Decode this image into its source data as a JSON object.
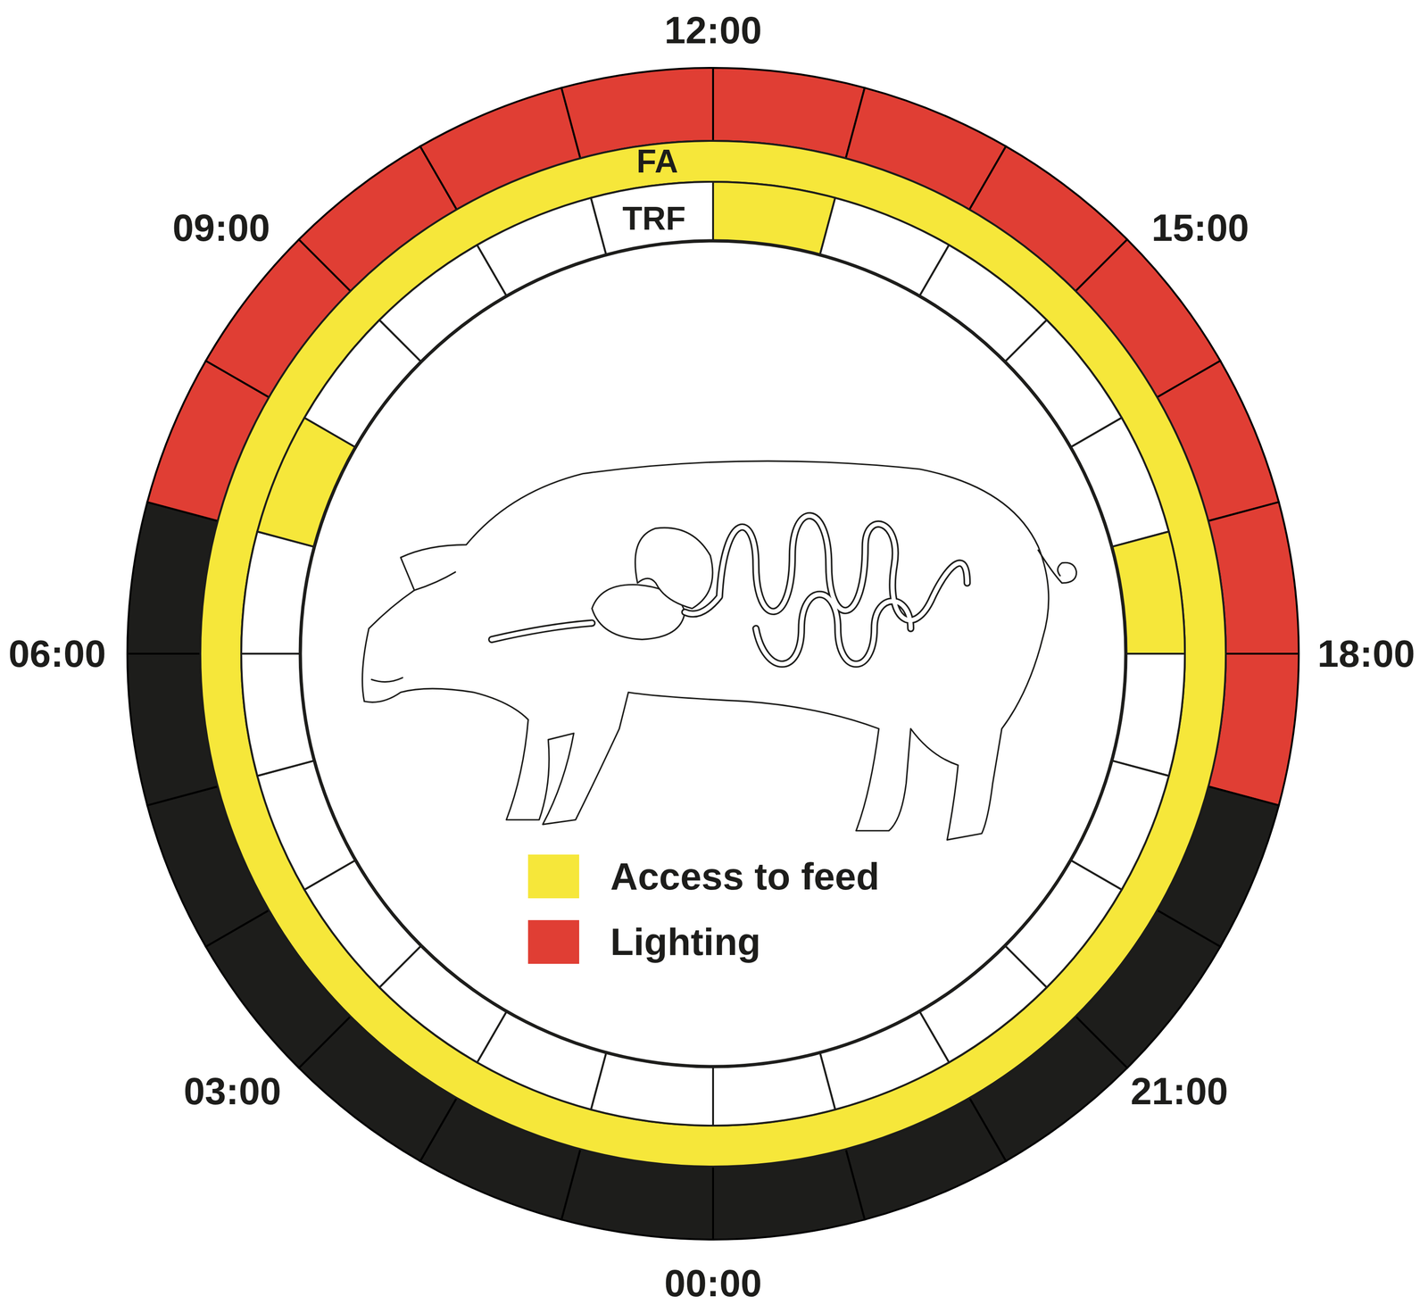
{
  "diagram": {
    "nodes": [
      {
        "text": [
          "FA"
        ]
      },
      {
        "text": [
          "TRF"
        ]
      }
    ],
    "labels": [
      "12:00",
      "15:00",
      "18:00",
      "21:00",
      "00:00",
      "03:00",
      "06:00",
      "09:00"
    ],
    "legend": [
      {
        "text": "Access to feed",
        "color": "#f6e73a"
      },
      {
        "text": "Lighting",
        "color": "#e03e34"
      }
    ]
  }
}
